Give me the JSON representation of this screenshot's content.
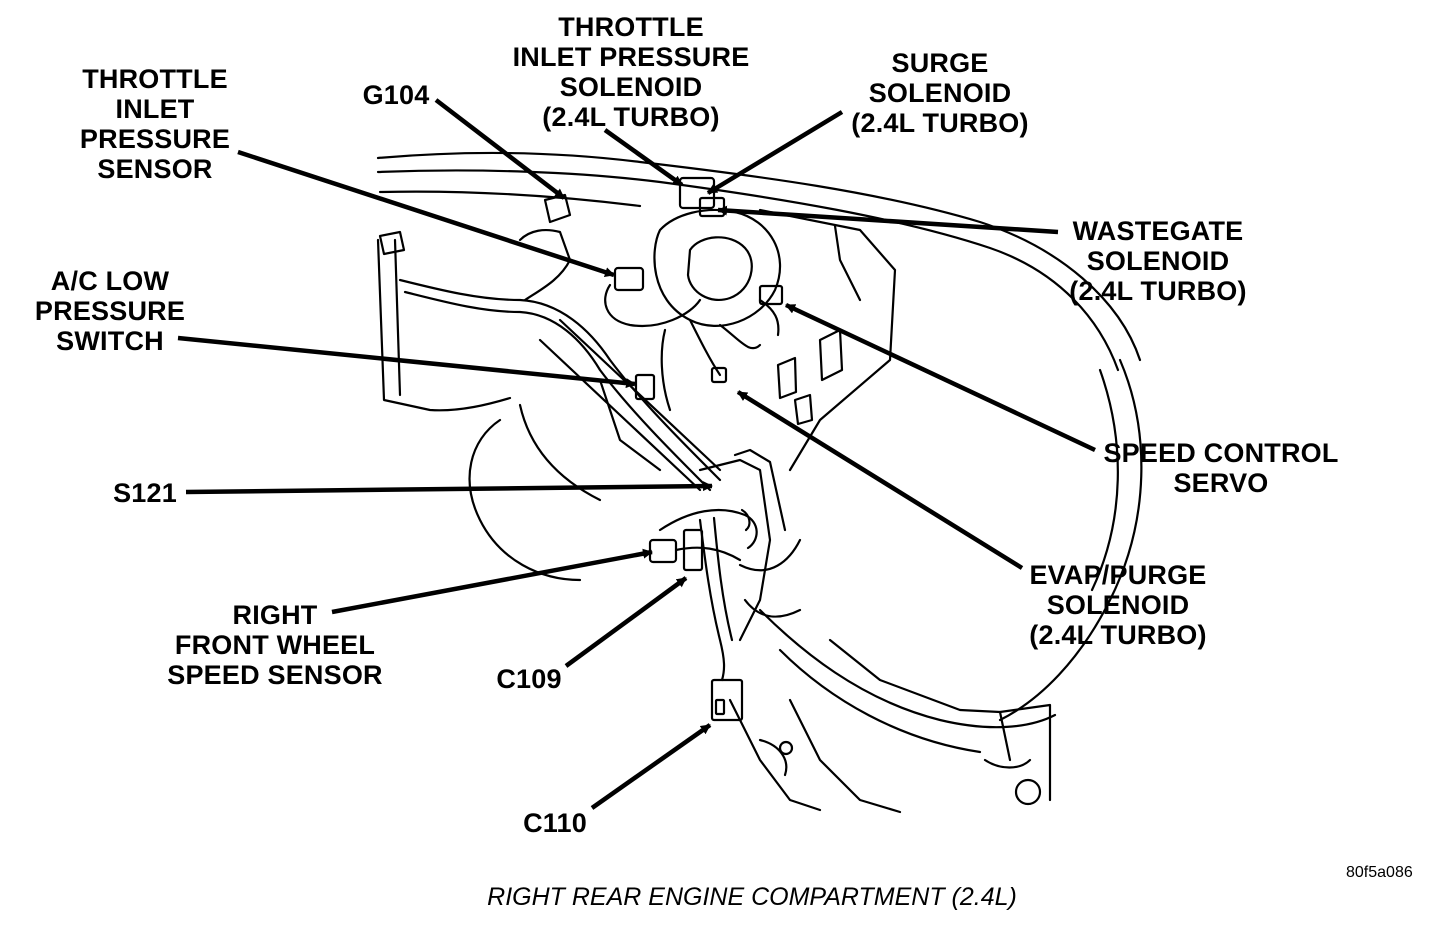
{
  "callouts": {
    "throttle_inlet_pressure_sensor": [
      "THROTTLE",
      "INLET",
      "PRESSURE",
      "SENSOR"
    ],
    "g104": [
      "G104"
    ],
    "throttle_inlet_pressure_solenoid": [
      "THROTTLE",
      "INLET PRESSURE",
      "SOLENOID",
      "(2.4L TURBO)"
    ],
    "surge_solenoid": [
      "SURGE",
      "SOLENOID",
      "(2.4L TURBO)"
    ],
    "wastegate_solenoid": [
      "WASTEGATE",
      "SOLENOID",
      "(2.4L TURBO)"
    ],
    "ac_low_pressure_switch": [
      "A/C LOW",
      "PRESSURE",
      "SWITCH"
    ],
    "speed_control_servo": [
      "SPEED CONTROL",
      "SERVO"
    ],
    "s121": [
      "S121"
    ],
    "evap_purge_solenoid": [
      "EVAP/PURGE",
      "SOLENOID",
      "(2.4L TURBO)"
    ],
    "right_front_wheel_speed_sensor": [
      "RIGHT",
      "FRONT WHEEL",
      "SPEED SENSOR"
    ],
    "c109": [
      "C109"
    ],
    "c110": [
      "C110"
    ]
  },
  "caption": "RIGHT REAR ENGINE COMPARTMENT (2.4L)",
  "figure_id": "80f5a086"
}
